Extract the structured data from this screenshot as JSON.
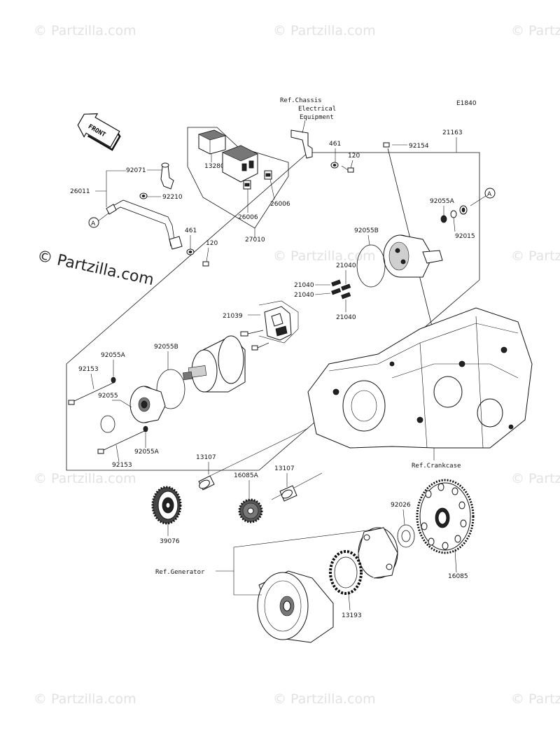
{
  "diagram_code": "E1840",
  "watermarks": {
    "main": "© Partzilla.com",
    "faint": "© Partzilla.com"
  },
  "front_label": "FRONT",
  "refs": {
    "chassis_line1": "Ref.Chassis",
    "chassis_line2": "Electrical",
    "chassis_line3": "Equipment",
    "crankcase": "Ref.Crankcase",
    "generator": "Ref.Generator"
  },
  "callouts": {
    "a_left": "A",
    "a_right": "A"
  },
  "parts": {
    "p21163": "21163",
    "p92154": "92154",
    "p461_top": "461",
    "p120_top": "120",
    "p92071": "92071",
    "p26011": "26011",
    "p92210": "92210",
    "p13280": "13280",
    "p26006_a": "26006",
    "p26006_b": "26006",
    "p27010": "27010",
    "p461_mid": "461",
    "p120_mid": "120",
    "p92055A_top": "92055A",
    "p92015": "92015",
    "p92055B_top": "92055B",
    "p21040_a": "21040",
    "p21040_b": "21040",
    "p21040_c": "21040",
    "p21040_d": "21040",
    "p21039": "21039",
    "p92055A_mid": "92055A",
    "p92153_a": "92153",
    "p92055B_mid": "92055B",
    "p92055": "92055",
    "p92055A_low": "92055A",
    "p92153_b": "92153",
    "p13107_a": "13107",
    "p16085A": "16085A",
    "p13107_b": "13107",
    "p39076": "39076",
    "p92026": "92026",
    "p16085": "16085",
    "p13193": "13193"
  }
}
